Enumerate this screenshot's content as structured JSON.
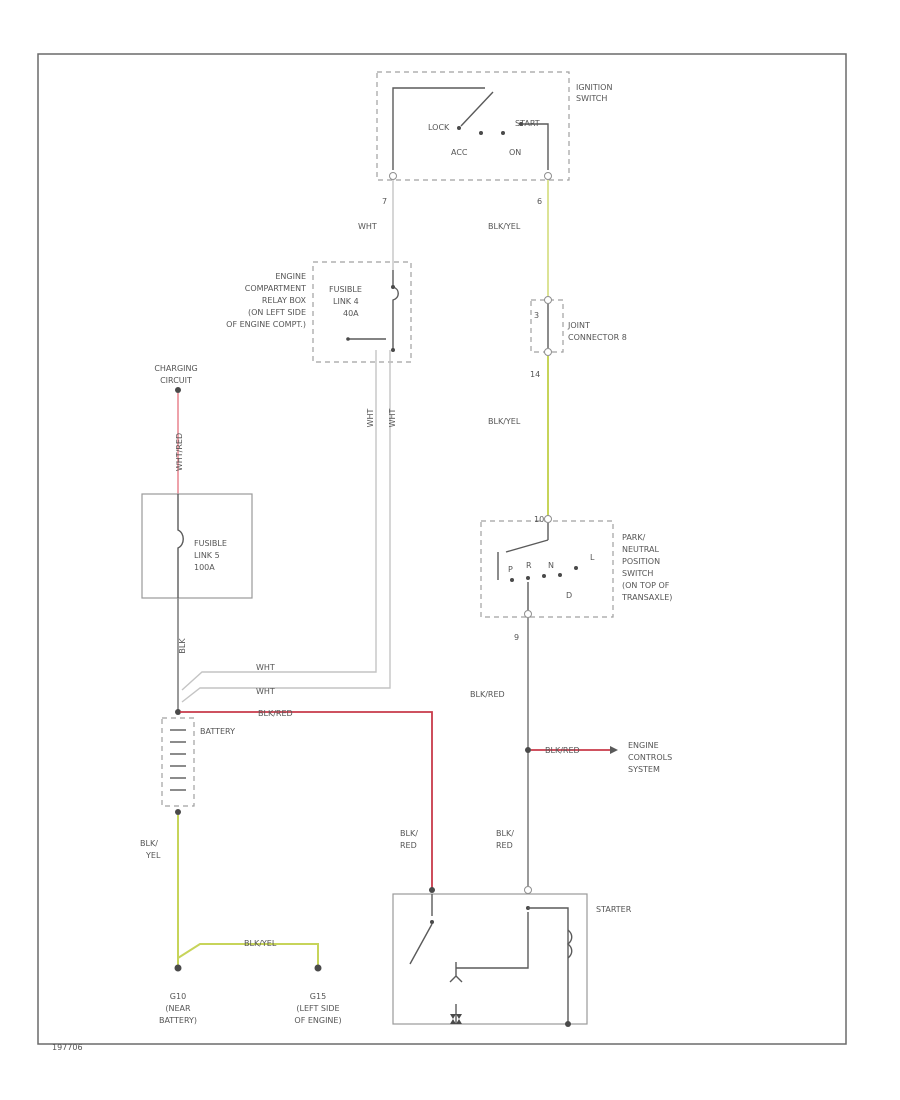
{
  "footer_code": "197706",
  "ignition": {
    "title_1": "IGNITION",
    "title_2": "SWITCH",
    "pos_lock": "LOCK",
    "pos_start": "START",
    "pos_acc": "ACC",
    "pos_on": "ON",
    "pin_left": "7",
    "pin_right": "6"
  },
  "wires": {
    "wht_top": "WHT",
    "blk_yel_top": "BLK/YEL",
    "blk_yel_mid": "BLK/YEL",
    "wht_v1": "WHT",
    "wht_v2": "WHT",
    "wht_red_v": "WHT/RED",
    "blk_v": "BLK",
    "wht_h1": "WHT",
    "wht_h2": "WHT",
    "blk_red_h": "BLK/RED",
    "blk_red_v": "BLK/RED",
    "blk_red_ecs": "BLK/RED",
    "blk_red_left_1": "BLK/",
    "blk_red_left_2": "RED",
    "blk_red_right_1": "BLK/",
    "blk_red_right_2": "RED",
    "blk_yel_bat_1": "BLK/",
    "blk_yel_bat_2": "YEL",
    "blk_yel_ground": "BLK/YEL"
  },
  "relay_box": {
    "line_1": "ENGINE",
    "line_2": "COMPARTMENT",
    "line_3": "RELAY BOX",
    "line_4": "(ON LEFT SIDE",
    "line_5": "OF ENGINE COMPT.)",
    "fusible_1": "FUSIBLE",
    "fusible_2": "LINK 4",
    "fusible_3": "40A"
  },
  "joint_connector": {
    "line_1": "JOINT",
    "line_2": "CONNECTOR 8",
    "pin_top": "3",
    "pin_bottom": "14"
  },
  "charging": {
    "line_1": "CHARGING",
    "line_2": "CIRCUIT"
  },
  "fusible_link_5": {
    "line_1": "FUSIBLE",
    "line_2": "LINK 5",
    "line_3": "100A"
  },
  "park_neutral": {
    "line_1": "PARK/",
    "line_2": "NEUTRAL",
    "line_3": "POSITION",
    "line_4": "SWITCH",
    "line_5": "(ON TOP OF",
    "line_6": "TRANSAXLE)",
    "pin_top": "10",
    "pin_bottom": "9",
    "pos_p": "P",
    "pos_r": "R",
    "pos_n": "N",
    "pos_d": "D",
    "pos_l": "L"
  },
  "battery": {
    "label": "BATTERY"
  },
  "engine_controls": {
    "line_1": "ENGINE",
    "line_2": "CONTROLS",
    "line_3": "SYSTEM"
  },
  "starter": {
    "label": "STARTER"
  },
  "ground_1": {
    "line_1": "G10",
    "line_2": "(NEAR",
    "line_3": "BATTERY)"
  },
  "ground_2": {
    "line_1": "G15",
    "line_2": "(LEFT SIDE",
    "line_3": "OF ENGINE)"
  }
}
